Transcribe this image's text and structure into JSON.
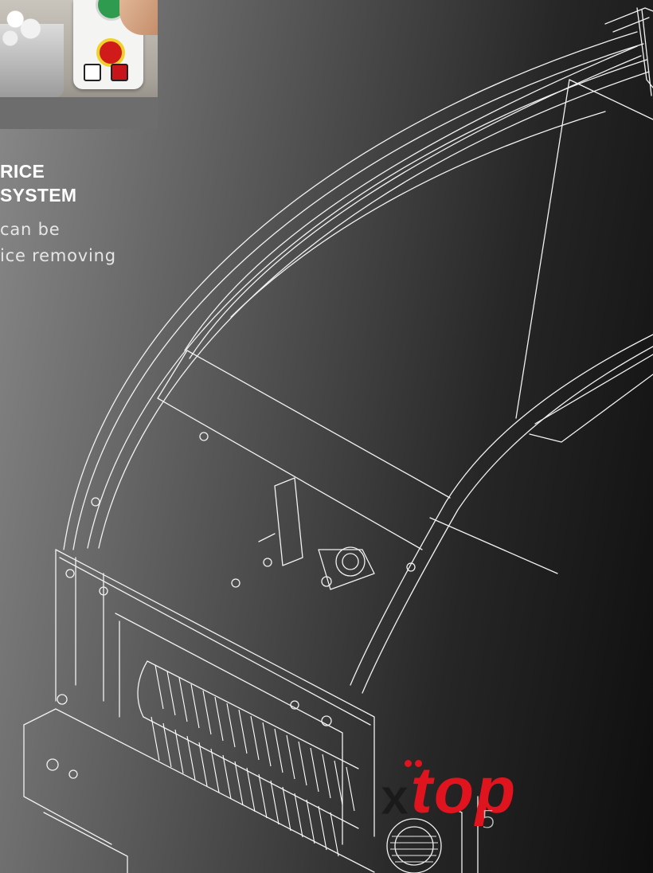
{
  "section": {
    "heading_lines": [
      "RICE",
      "SYSTEM"
    ],
    "body_lines": [
      "can be",
      "ice removing"
    ]
  },
  "logo": {
    "prefix": "x",
    "word": "top",
    "brand_color": "#e0141e"
  },
  "page_number": "5",
  "photo": {
    "icon": "ice-machine-control-box-photo"
  }
}
